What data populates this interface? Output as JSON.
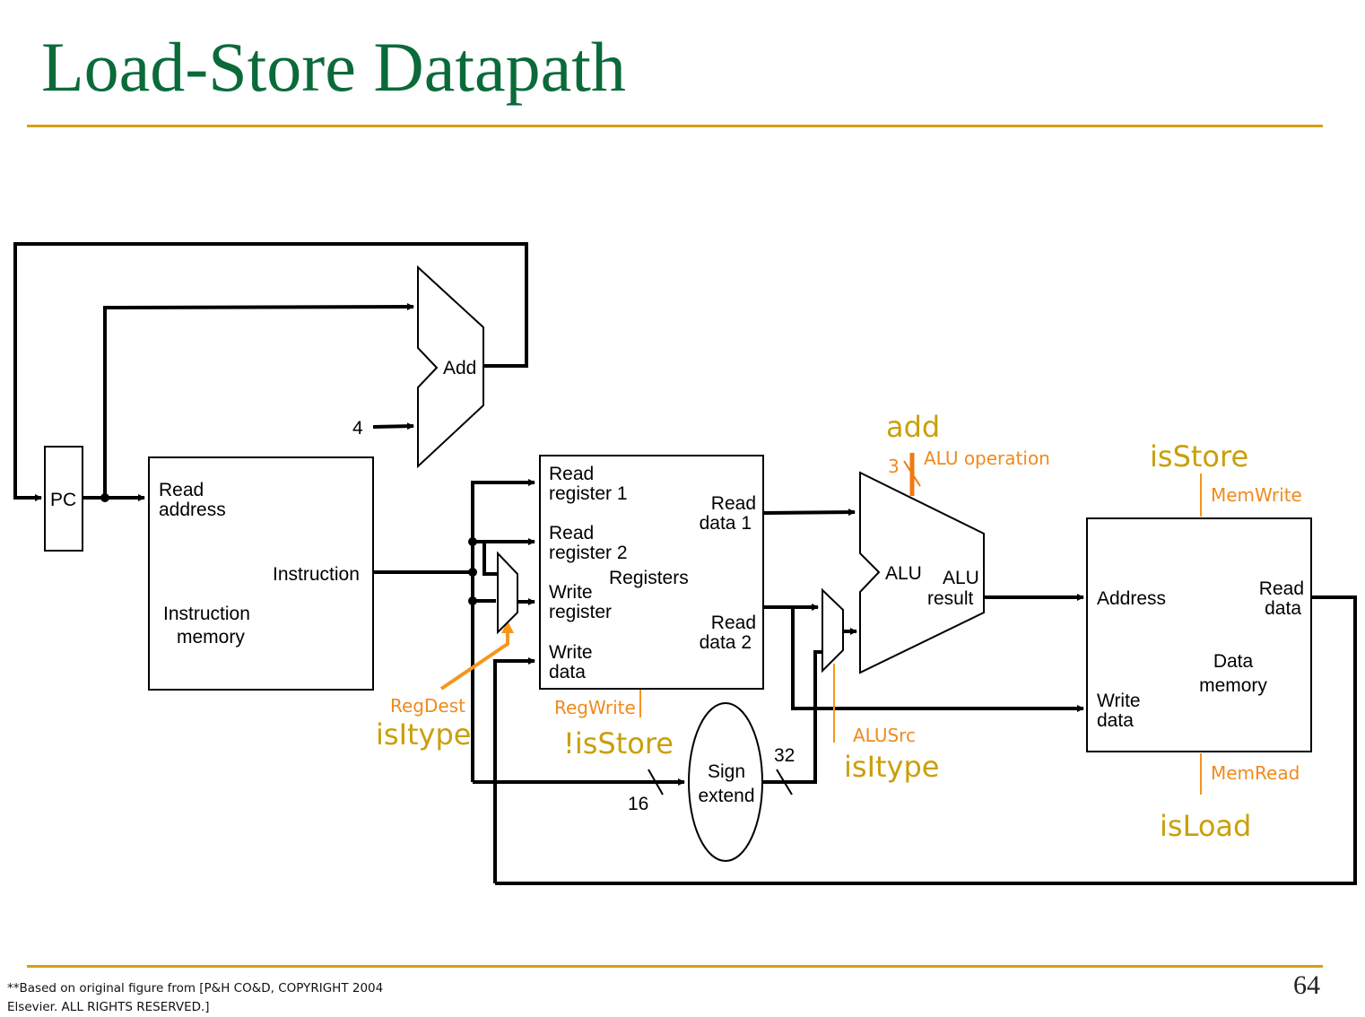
{
  "title": "Load-Store Datapath",
  "footnote": "**Based on original figure from [P&H CO&D, COPYRIGHT 2004 Elsevier. ALL RIGHTS RESERVED.]",
  "page_number": "64",
  "colors": {
    "title": "#0b6a3a",
    "rule": "#d4a017",
    "control_signal": "#f08a1c",
    "control_value": "#c9a00a"
  },
  "diagram": {
    "pc": "PC",
    "adder": {
      "label": "Add",
      "const": "4"
    },
    "instruction_memory": {
      "in": [
        "Read",
        "address"
      ],
      "out": "Instruction",
      "name": [
        "Instruction",
        "memory"
      ]
    },
    "registers": {
      "in1": [
        "Read",
        "register 1"
      ],
      "in2": [
        "Read",
        "register 2"
      ],
      "wr": [
        "Write",
        "register"
      ],
      "wd": [
        "Write",
        "data"
      ],
      "rd1": [
        "Read",
        "data 1"
      ],
      "rd2": [
        "Read",
        "data 2"
      ],
      "name": "Registers"
    },
    "sign_extend": {
      "name": [
        "Sign",
        "extend"
      ],
      "in_width": "16",
      "out_width": "32"
    },
    "alu": {
      "label": "ALU",
      "result": [
        "ALU",
        "result"
      ],
      "op_width": "3"
    },
    "data_memory": {
      "addr": "Address",
      "rd": [
        "Read",
        "data"
      ],
      "wd": [
        "Write",
        "data"
      ],
      "name": [
        "Data",
        "memory"
      ]
    },
    "signals": {
      "regdest": {
        "name": "RegDest",
        "value": "isItype"
      },
      "regwrite": {
        "name": "RegWrite",
        "value": "!isStore"
      },
      "alusrc": {
        "name": "ALUSrc",
        "value": "isItype"
      },
      "aluop": {
        "name": "ALU operation",
        "value": "add"
      },
      "memwrite": {
        "name": "MemWrite",
        "value": "isStore"
      },
      "memread": {
        "name": "MemRead",
        "value": "isLoad"
      }
    }
  }
}
